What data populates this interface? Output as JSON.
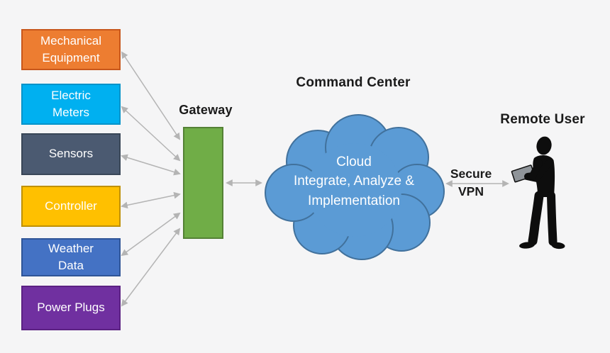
{
  "colors": {
    "background": "#f5f5f6",
    "arrow": "#b4b4b4",
    "cloudFill": "#5b9bd5",
    "cloudBorder": "#41719c",
    "silhouette": "#0d0d0d",
    "tablet": "#8f9499",
    "boxText": "#ffffff",
    "labelText": "#1a1a1a"
  },
  "devices": [
    {
      "label": "Mechanical\nEquipment",
      "fill": "#ed7d31",
      "border": "#c8571b"
    },
    {
      "label": "Electric\nMeters",
      "fill": "#00b0f0",
      "border": "#0093c9"
    },
    {
      "label": "Sensors",
      "fill": "#4b5a71",
      "border": "#394657"
    },
    {
      "label": "Controller",
      "fill": "#ffc000",
      "border": "#bf9000"
    },
    {
      "label": "Weather\nData",
      "fill": "#4472c4",
      "border": "#2f5597"
    },
    {
      "label": "Power Plugs",
      "fill": "#7030a0",
      "border": "#5b2183"
    }
  ],
  "gateway": {
    "label": "Gateway",
    "fill": "#70ad47",
    "border": "#548235"
  },
  "command_center": {
    "title": "Command Center",
    "cloud_text": "Cloud\nIntegrate, Analyze &\nImplementation"
  },
  "vpn_link": {
    "label": "Secure\nVPN"
  },
  "remote_user": {
    "label": "Remote User"
  }
}
